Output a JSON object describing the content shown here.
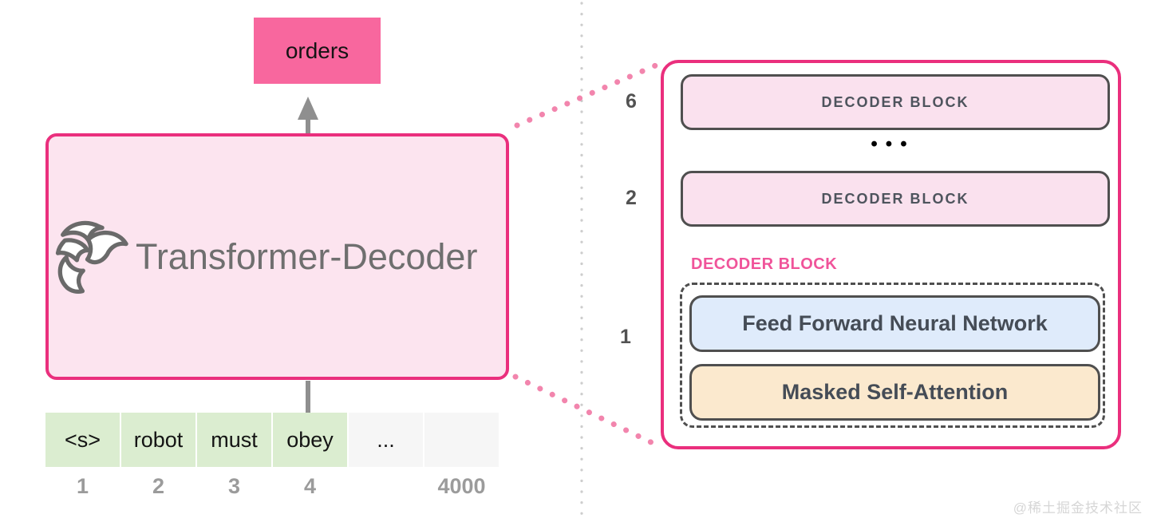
{
  "left": {
    "output_token": "orders",
    "model_name": "Transformer-Decoder",
    "input_tokens": [
      {
        "text": "<s>"
      },
      {
        "text": "robot"
      },
      {
        "text": "must"
      },
      {
        "text": "obey"
      },
      {
        "text": "..."
      },
      {
        "text": ""
      }
    ],
    "position_labels": [
      "1",
      "2",
      "3",
      "4",
      "4000"
    ]
  },
  "right": {
    "layer_numbers": [
      "6",
      "2",
      "1"
    ],
    "top_block_label": "DECODER BLOCK",
    "middle_block_label": "DECODER BLOCK",
    "stack_ellipsis": "•••",
    "expanded_block_title": "DECODER BLOCK",
    "feed_forward_label": "Feed Forward Neural Network",
    "masked_attention_label": "Masked Self-Attention"
  },
  "watermark": "@稀土掘金技术社区",
  "icons": {
    "flame_logo": "flame-logo-icon",
    "up_arrow": "arrow-up-icon"
  },
  "colors": {
    "accent_pink_border": "#EA2F7D",
    "solid_pink": "#F8679E",
    "light_pink_fill": "#FCE4EF",
    "block_pink_fill": "#FAE1EE",
    "blue_fill": "#DFEBFB",
    "orange_fill": "#FBE9CE",
    "green_fill": "#DBEDD0",
    "gray_fill": "#F6F6F6",
    "dark_outline": "#4F4F4F",
    "dotted_pink": "#F285AD",
    "divider_gray": "#CDCDCD"
  }
}
